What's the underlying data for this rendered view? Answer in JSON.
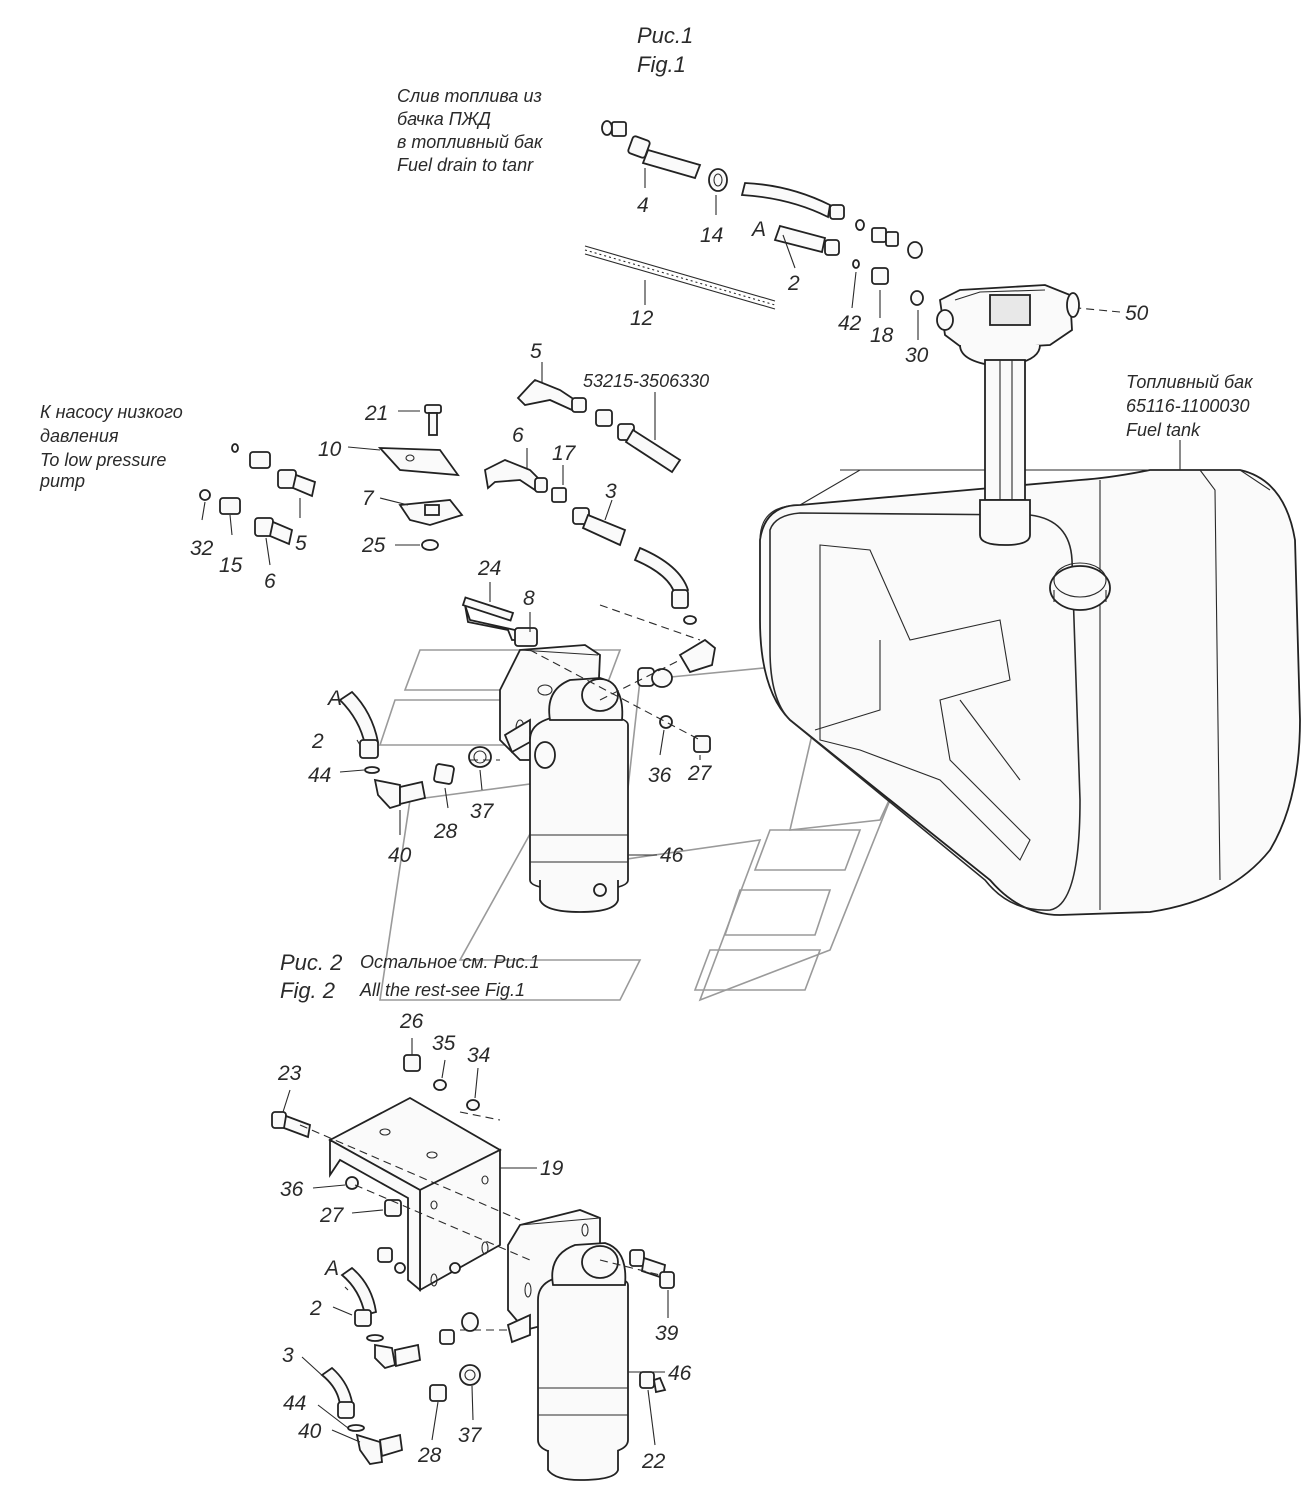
{
  "figure1": {
    "title_ru": "Рис.1",
    "title_en": "Fig.1"
  },
  "figure2": {
    "title_ru": "Рис. 2",
    "title_en": "Fig. 2",
    "note_ru": "Остальное см. Рис.1",
    "note_en": "All the rest-see  Fig.1"
  },
  "annotations": {
    "drain": [
      "Слив топлива из",
      "бачка ПЖД",
      "в топливный бак",
      "Fuel drain to tanr"
    ],
    "pump": [
      "К насосу низкого",
      "давления",
      "To low pressure",
      "pump"
    ],
    "tank": [
      "Топливный бак",
      "65116-1100030",
      "Fuel tank"
    ],
    "tube_code": "53215-3506330"
  },
  "callouts": {
    "c4": "4",
    "c14": "14",
    "cA1": "A",
    "c2a": "2",
    "c12": "12",
    "c42": "42",
    "c18": "18",
    "c30": "30",
    "c50": "50",
    "c5a": "5",
    "c21": "21",
    "c10": "10",
    "c6a": "6",
    "c17": "17",
    "c3a": "3",
    "c7": "7",
    "c25": "25",
    "c32": "32",
    "c15": "15",
    "c6b": "6",
    "c5b": "5",
    "c24": "24",
    "c8": "8",
    "cA2": "A",
    "c2b": "2",
    "c44a": "44",
    "c40a": "40",
    "c28a": "28",
    "c37a": "37",
    "c36a": "36",
    "c27a": "27",
    "c46a": "46",
    "c26": "26",
    "c35": "35",
    "c34": "34",
    "c23": "23",
    "c19": "19",
    "c36b": "36",
    "c27b": "27",
    "cA3": "A",
    "c2c": "2",
    "c3b": "3",
    "c44b": "44",
    "c40b": "40",
    "c28b": "28",
    "c37b": "37",
    "c39": "39",
    "c46b": "46",
    "c22": "22"
  }
}
